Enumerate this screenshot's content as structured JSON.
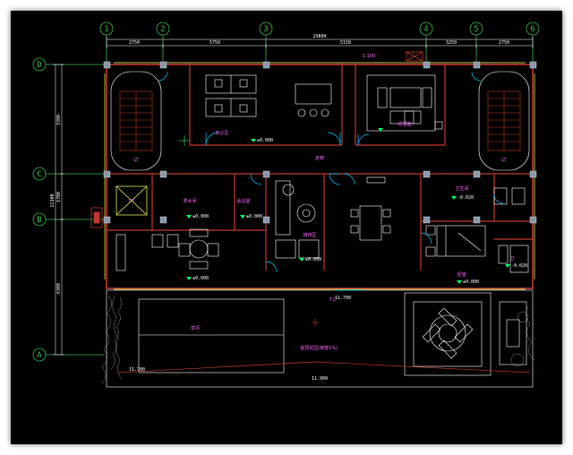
{
  "colors": {
    "background": "#000000",
    "wall": "#c0392b",
    "axis": "#39b54a",
    "door": "#00c8ff",
    "furniture": "#ffffff",
    "level_mark": "#00ff66",
    "label": "#ff66ff",
    "glass": "#ffff66",
    "dimension": "#ffffff"
  },
  "grid": {
    "columns": [
      "1",
      "2",
      "3",
      "4",
      "5",
      "6"
    ],
    "rows": [
      "D",
      "C",
      "B",
      "A"
    ]
  },
  "dimensions": {
    "top_segments": [
      "2750",
      "5750",
      "5150",
      "3250",
      "2750"
    ],
    "top_total": "29800",
    "left_segments": [
      "3300",
      "1700",
      "6300"
    ],
    "left_total": "11300"
  },
  "elevations": {
    "office": "±0.000",
    "meeting": "±0.000",
    "lounge": "±0.000",
    "kitchen": "±0.000",
    "corridor": "±0.000",
    "toilet": "-0.020",
    "bedroom": "±0.000",
    "bath": "-0.020",
    "lounge_lower": "±0.000",
    "terrace_edge": "11.700",
    "terrace_low": "11.700",
    "terrace_mid": "11.900"
  },
  "labels": {
    "stair_left": "LT",
    "stair_right": "LT",
    "elevator": "DT",
    "open_office": "办公区",
    "manager": "经理室",
    "corridor": "走廊",
    "kitchen": "茶水间",
    "meeting": "会议室",
    "reception": "接待区",
    "toilet": "卫生间",
    "bedroom": "卧室",
    "bath": "卫",
    "terrace_lawn": "草坪",
    "terrace_note": "屋顶花园(坡度1%)",
    "terrace_front": "T.C",
    "scale_label": "1:100"
  }
}
